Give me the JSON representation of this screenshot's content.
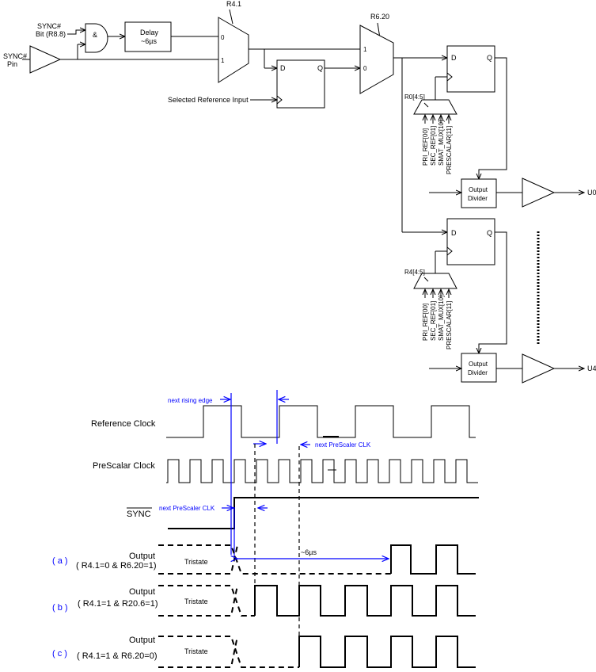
{
  "block": {
    "sync_pin": [
      "SYNC#",
      "Pin"
    ],
    "sync_bit": [
      "SYNC#",
      "Bit (R8.8)"
    ],
    "and_label": "&",
    "delay": [
      "Delay",
      "~6µs"
    ],
    "mux1_reg": "R4.1",
    "mux1_in0": "0",
    "mux1_in1": "1",
    "ff_d": "D",
    "ff_q": "Q",
    "selected_ref": "Selected Reference Input",
    "mux2_reg": "R6.20",
    "mux2_in1": "1",
    "mux2_in0": "0",
    "sel_mux_reg_0": "R0[4:5]",
    "sel_mux_reg_4": "R4[4:5]",
    "sel_inputs": [
      "PRI_REF[00]",
      "SEC_REF[01]",
      "SMAT_MUX[10]",
      "PRESCALAR[11]"
    ],
    "out_div": [
      "Output",
      "Divider"
    ],
    "out_u0": "U0",
    "out_u4": "U4"
  },
  "timing": {
    "ref_clock": "Reference Clock",
    "prescalar_clock": "PreScalar Clock",
    "sync": "SYNC",
    "next_rising_edge": "next rising edge",
    "next_prescaler_clk_right": "next PreScaler CLK",
    "next_prescaler_clk_left": "next PreScaler CLK",
    "delay_6us": "~6µs",
    "output_label": "Output",
    "tristate": "Tristate",
    "case_a": "( a )",
    "case_a_cond": "( R4.1=0 & R6.20=1)",
    "case_b": "( b )",
    "case_b_cond": "( R4.1=1 & R20.6=1)",
    "case_c": "( c )",
    "case_c_cond": "( R4.1=1 & R6.20=0)"
  }
}
